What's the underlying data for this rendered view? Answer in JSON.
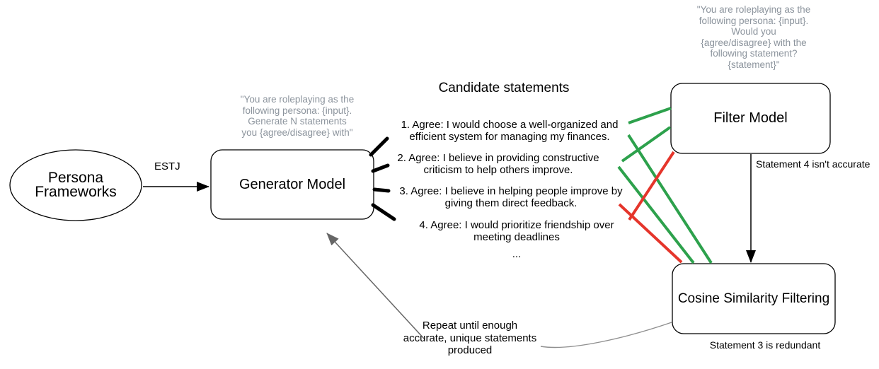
{
  "title": "Candidate statements",
  "colors": {
    "green": "#2da14c",
    "red": "#e5352b",
    "gray_text": "#8c949d",
    "connector_gray": "#8f8f8f",
    "arrow_gray": "#666666"
  },
  "persona_frameworks": {
    "label": "Persona\nFrameworks"
  },
  "estj_label": "ESTJ",
  "generator_model": {
    "label": "Generator Model",
    "prompt": "\"You are roleplaying as the\nfollowing persona: {input}.\nGenerate N statements\nyou {agree/disagree} with\""
  },
  "filter_model": {
    "label": "Filter Model",
    "prompt": "\"You are roleplaying as the\nfollowing persona: {input}.\nWould you\n{agree/disagree} with the\nfollowing statement?\n{statement}\"",
    "note": "Statement 4 isn't accurate"
  },
  "cosine_filtering": {
    "label": "Cosine Similarity Filtering",
    "note": "Statement 3 is redundant"
  },
  "statements": [
    {
      "text": "1. Agree: I would choose a well-organized and\nefficient system for managing my finances."
    },
    {
      "text": "2. Agree: I believe in providing constructive\ncriticism to help others improve."
    },
    {
      "text": "3. Agree: I believe in helping people improve by\ngiving them direct feedback."
    },
    {
      "text": "4. Agree: I would prioritize friendship over\nmeeting deadlines"
    }
  ],
  "ellipsis": "...",
  "repeat_note": "Repeat until enough\naccurate, unique statements\nproduced"
}
